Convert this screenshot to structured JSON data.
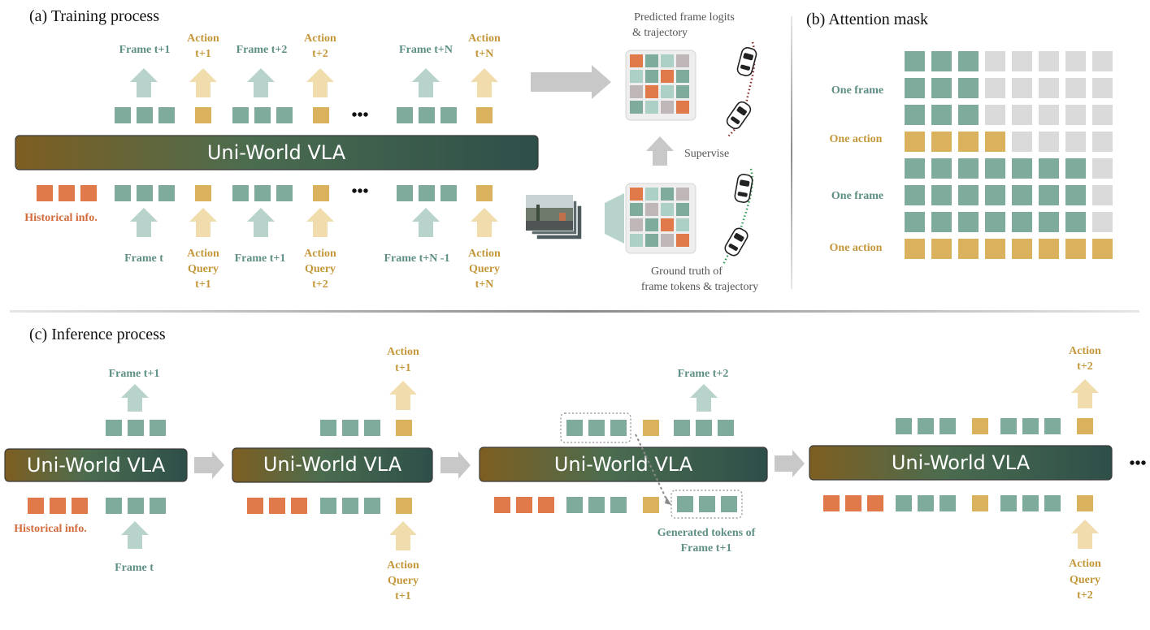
{
  "colors": {
    "frame": "#7fab9c",
    "action": "#dab25e",
    "history": "#e07a4a",
    "mask_off": "#dadada",
    "frame_text": "#5e8f84",
    "action_text": "#c4973a",
    "history_text": "#d26a3c",
    "arrow_frame": "#b7d3cb",
    "arrow_action": "#f1dcad",
    "arrow_gray": "#c8c8c8",
    "vla_left": "#7e5e21",
    "vla_right": "#2d4f49"
  },
  "panels": {
    "training_title": "(a) Training process",
    "mask_title": "(b) Attention mask",
    "inference_title": "(c) Inference process"
  },
  "model_name": "Uni-World VLA",
  "ellipsis": "•••",
  "training": {
    "outputs": {
      "frame_t1": "Frame t+1",
      "action_t1": [
        "Action",
        "t+1"
      ],
      "frame_t2": "Frame t+2",
      "action_t2": [
        "Action",
        "t+2"
      ],
      "frame_tN": "Frame t+N",
      "action_tN": [
        "Action",
        "t+N"
      ]
    },
    "inputs": {
      "history": "Historical info.",
      "frame_t": "Frame t",
      "query_t1": [
        "Action",
        "Query",
        "t+1"
      ],
      "frame_t1": "Frame t+1",
      "query_t2": [
        "Action",
        "Query",
        "t+2"
      ],
      "frame_tN1": "Frame t+N -1",
      "query_tN": [
        "Action",
        "Query",
        "t+N"
      ]
    },
    "predicted_label": [
      "Predicted frame logits",
      "& trajectory"
    ],
    "supervise_label": "Supervise",
    "gt_label": [
      "Ground truth of",
      "frame tokens & trajectory"
    ],
    "predicted_grid": [
      [
        "history",
        "frame",
        "frame_light",
        "gray"
      ],
      [
        "frame_light",
        "frame",
        "history",
        "frame"
      ],
      [
        "gray",
        "history",
        "frame_light",
        "frame"
      ],
      [
        "frame",
        "frame_light",
        "gray",
        "history"
      ]
    ],
    "gt_grid": [
      [
        "history",
        "frame_light",
        "frame",
        "gray"
      ],
      [
        "frame",
        "gray",
        "frame_light",
        "frame"
      ],
      [
        "gray",
        "frame",
        "history",
        "frame_light"
      ],
      [
        "frame_light",
        "frame",
        "gray",
        "history"
      ]
    ]
  },
  "attention_mask": {
    "row_labels": [
      "One frame",
      "One action",
      "One frame",
      "One action"
    ],
    "rows": [
      [
        "frame",
        "frame",
        "frame",
        "off",
        "off",
        "off",
        "off",
        "off"
      ],
      [
        "frame",
        "frame",
        "frame",
        "off",
        "off",
        "off",
        "off",
        "off"
      ],
      [
        "frame",
        "frame",
        "frame",
        "off",
        "off",
        "off",
        "off",
        "off"
      ],
      [
        "action",
        "action",
        "action",
        "action",
        "off",
        "off",
        "off",
        "off"
      ],
      [
        "frame",
        "frame",
        "frame",
        "frame",
        "frame",
        "frame",
        "frame",
        "off"
      ],
      [
        "frame",
        "frame",
        "frame",
        "frame",
        "frame",
        "frame",
        "frame",
        "off"
      ],
      [
        "frame",
        "frame",
        "frame",
        "frame",
        "frame",
        "frame",
        "frame",
        "off"
      ],
      [
        "action",
        "action",
        "action",
        "action",
        "action",
        "action",
        "action",
        "action"
      ]
    ]
  },
  "inference": {
    "stage1": {
      "out": "Frame t+1",
      "history": "Historical info.",
      "in": "Frame t"
    },
    "stage2": {
      "out": [
        "Action",
        "t+1"
      ],
      "in": [
        "Action",
        "Query",
        "t+1"
      ]
    },
    "stage3": {
      "out": "Frame t+2",
      "generated": [
        "Generated tokens of",
        "Frame t+1"
      ]
    },
    "stage4": {
      "out": [
        "Action",
        "t+2"
      ],
      "in": [
        "Action",
        "Query",
        "t+2"
      ]
    }
  }
}
